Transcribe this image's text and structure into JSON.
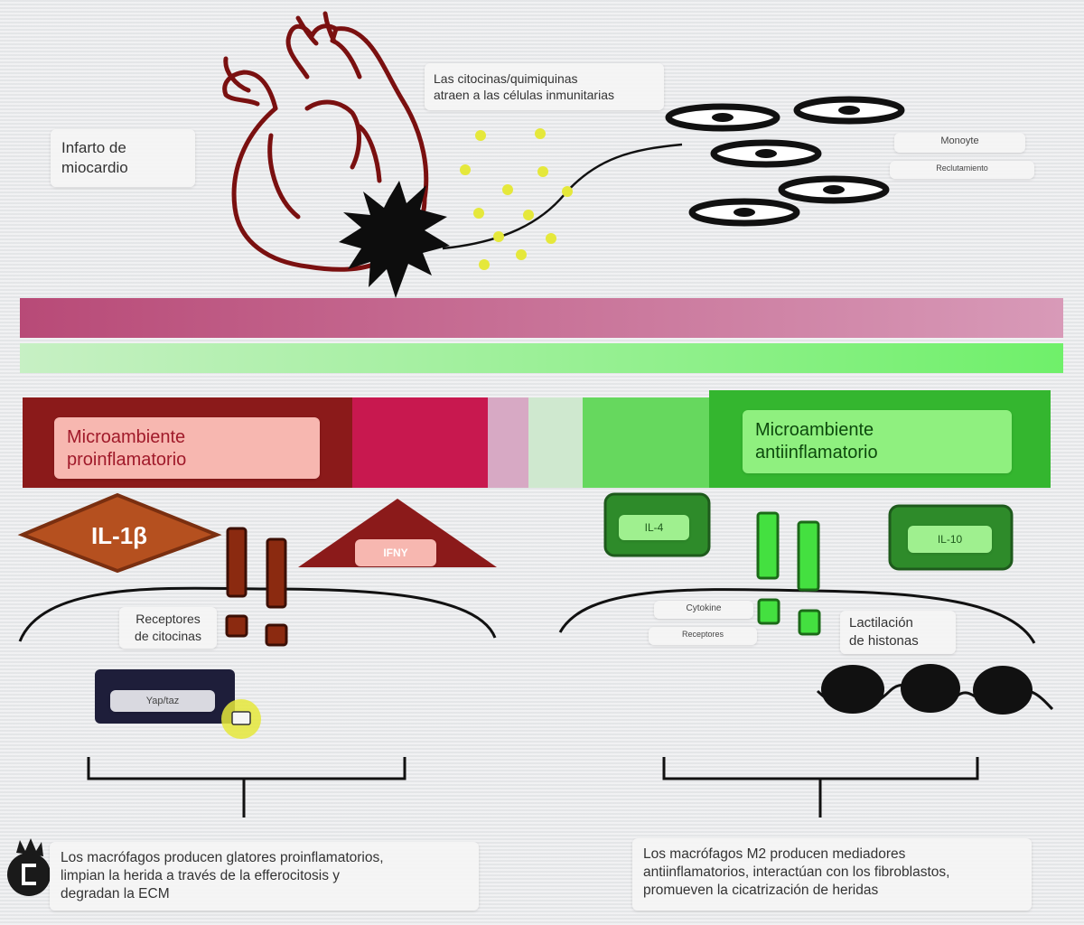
{
  "labels": {
    "infarct": "Infarto de\nmiocardio",
    "cytokines_attract": "Las citocinas/quimiquinas\natraen a las células inmunitarias",
    "monocyte": "Monoyte",
    "recruitment": "Reclutamiento",
    "proinflammatory_env": "Microambiente\nproinflamatorio",
    "antiinflammatory_env": "Microambiente\nantiinflamatorio",
    "il1b": "IL-1β",
    "ifny": "IFNY",
    "il4": "IL-4",
    "il10": "IL-10",
    "cytokine_receptors": "Receptores\nde citocinas",
    "cytokine_small": "Cytokine",
    "receptors_small": "Receptores",
    "histone_lactylation": "Lactilación\nde histonas",
    "yap_taz": "Yap/taz",
    "m1_description": "Los macrófagos producen glatores proinflamatorios,\nlimpian la herida a través de la efferocitosis y\ndegradan la ECM",
    "m2_description": "Los macrófagos M2 producen mediadores\nantiinflamatorios, interactúan con los fibroblastos,\npromueven la cicatrización de heridas"
  },
  "colors": {
    "pro_dark": "#8b1a1a",
    "pro_crimson": "#c8184f",
    "pro_light": "#d7a9c4",
    "anti_green": "#3fbf3a",
    "anti_bright": "#66e05a",
    "gradient_bar_red": "#c0537e",
    "gradient_bar_green": "#7ef27a",
    "il1b_orange": "#b5501f",
    "dot_yellow": "#e5e83b"
  }
}
